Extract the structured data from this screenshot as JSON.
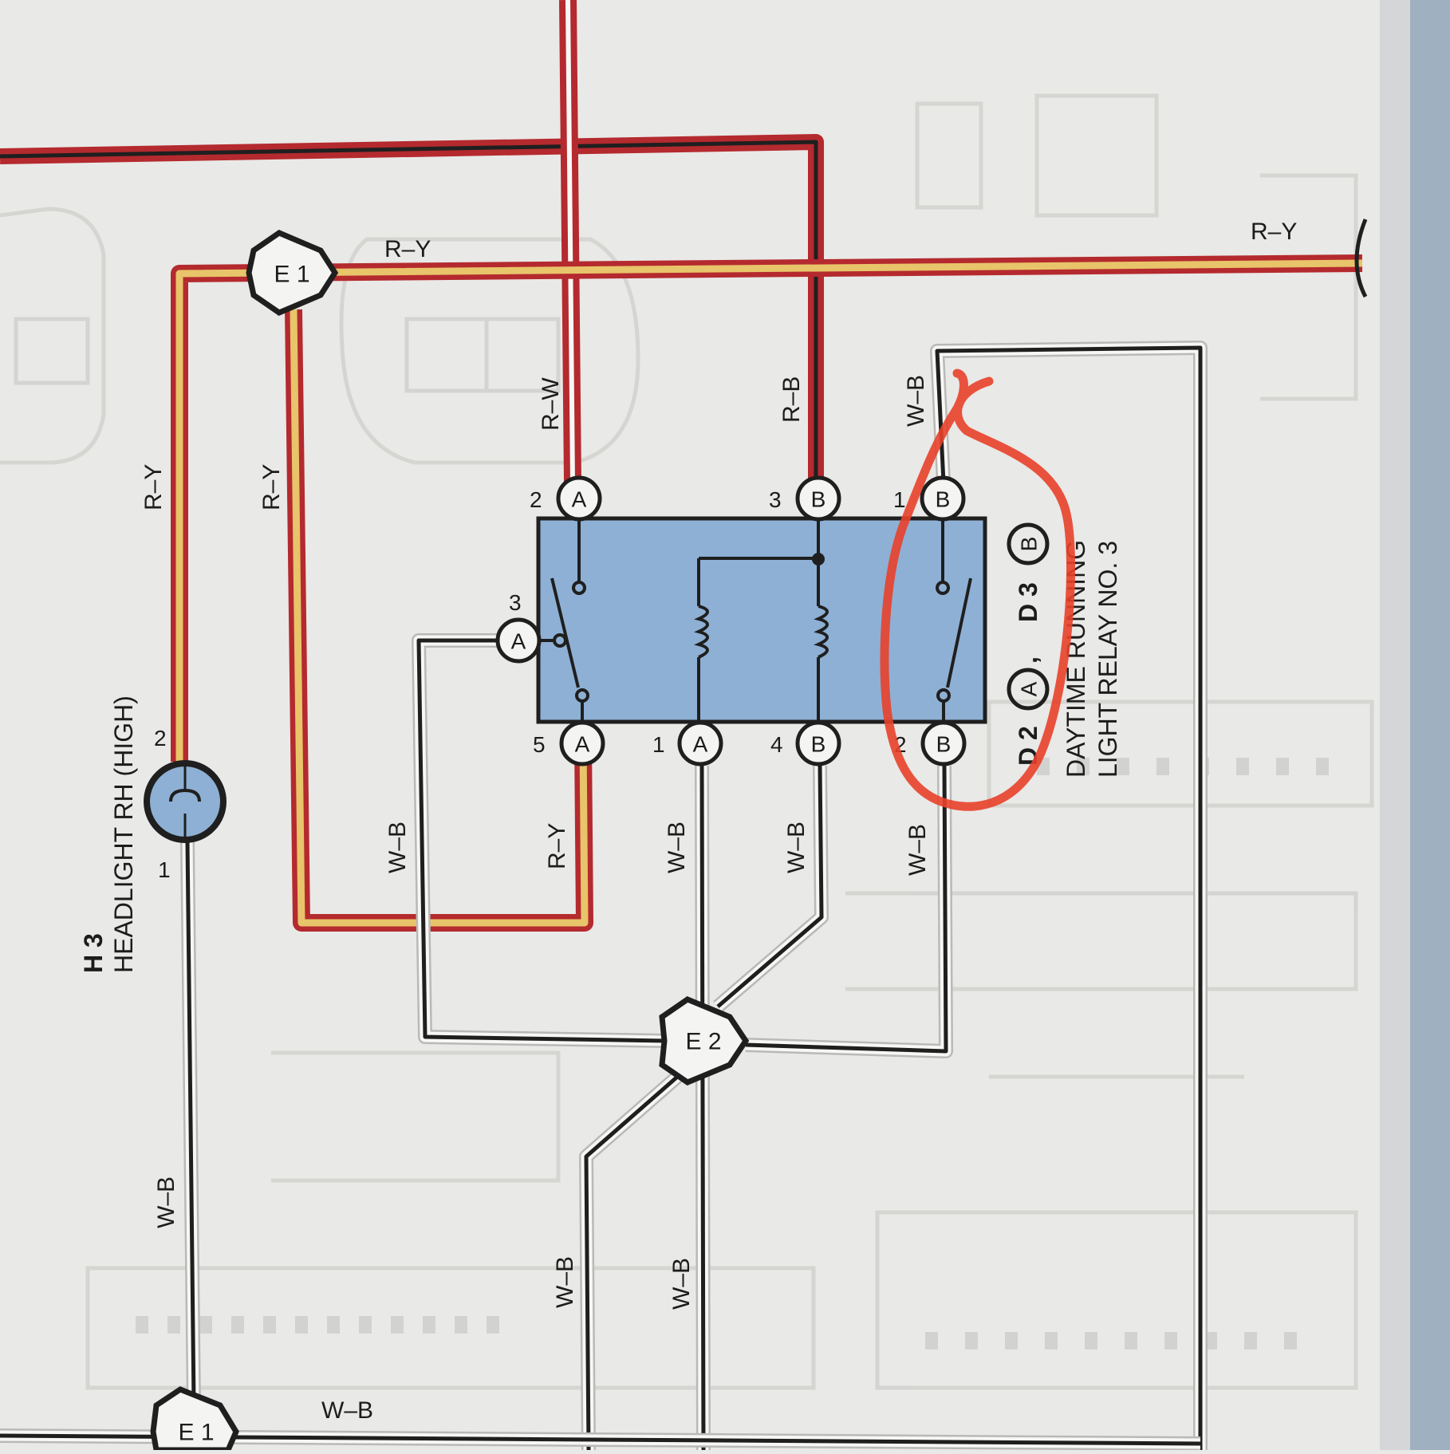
{
  "wires": {
    "r_y_top": "R–Y",
    "r_y_right": "R–Y",
    "r_y_left_vert": "R–Y",
    "r_y_e1_vert": "R–Y",
    "r_w": "R–W",
    "r_b": "R–B",
    "w_b_relay_b1": "W–B",
    "r_y_a5": "R–Y",
    "w_b_a3": "W–B",
    "w_b_a1": "W–B",
    "w_b_b4": "W–B",
    "w_b_b2": "W–B",
    "w_b_headlight_ground": "W–B",
    "w_b_lower_left": "W–B",
    "w_b_lower_mid": "W–B",
    "w_b_bottom": "W–B"
  },
  "junctions": {
    "e1_top": "E 1",
    "e2": "E 2",
    "e1_bottom": "E 1"
  },
  "relay": {
    "pins": {
      "a2": {
        "num": "2",
        "conn": "A"
      },
      "b3": {
        "num": "3",
        "conn": "B"
      },
      "b1": {
        "num": "1",
        "conn": "B"
      },
      "a3": {
        "num": "3",
        "conn": "A"
      },
      "a5": {
        "num": "5",
        "conn": "A"
      },
      "a1": {
        "num": "1",
        "conn": "A"
      },
      "b4": {
        "num": "4",
        "conn": "B"
      },
      "b2": {
        "num": "2",
        "conn": "B"
      }
    },
    "code_d2": "D 2",
    "code_a": "A",
    "code_sep": ",",
    "code_d3": "D 3",
    "code_b": "B",
    "title_line1": "DAYTIME RUNNING",
    "title_line2": "LIGHT RELAY NO. 3"
  },
  "headlight": {
    "code": "H 3",
    "name": "HEADLIGHT RH (HIGH)",
    "pin_top": "2",
    "pin_bottom": "1"
  },
  "colors": {
    "page": "#e9e9e7",
    "wire_red": "#b42a2e",
    "wire_yellow": "#e8c46a",
    "wire_black": "#1f1f1f",
    "wire_white": "#f7f7f5",
    "relay_fill": "#8eb0d4",
    "annotation": "#e8412a"
  }
}
